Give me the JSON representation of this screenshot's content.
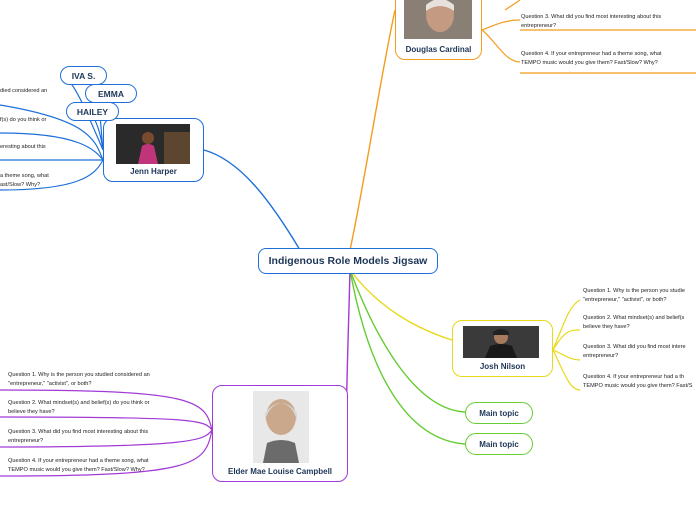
{
  "central": {
    "label": "Indigenous Role Models Jigsaw"
  },
  "colors": {
    "blue": "#1e6fd9",
    "orange": "#f39c1e",
    "yellow": "#e8d91a",
    "green": "#66cc33",
    "purple": "#a23ad6"
  },
  "jenn_harper": {
    "name": "Jenn Harper",
    "participants": [
      "IVA S.",
      "EMMA",
      "HAILEY"
    ],
    "questions": [
      [
        "died considered an",
        ""
      ],
      [
        "f(s) do you think or",
        ""
      ],
      [
        "eresting about this",
        ""
      ],
      [
        "a theme song, what",
        "ast/Slow? Why?"
      ]
    ]
  },
  "douglas_cardinal": {
    "name": "Douglas Cardinal",
    "questions": [
      [
        "Question 3. What did you find most interesting about this",
        "entrepreneur?"
      ],
      [
        "Question 4. If your entrepreneur had a theme song, what",
        "TEMPO music would you give them? Fast/Slow? Why?"
      ]
    ]
  },
  "josh_nilson": {
    "name": "Josh Nilson",
    "questions": [
      [
        "Question 1. Why is the person you studie",
        "\"entrepreneur,\" \"activist\", or both?"
      ],
      [
        "Question 2. What mindset(s) and belief(s",
        "believe they have?"
      ],
      [
        "Question 3. What did you find most intere",
        "entrepreneur?"
      ],
      [
        "Question 4. If your entrepreneur had a th",
        "TEMPO music would you give them? Fast/S"
      ]
    ]
  },
  "elder_mae": {
    "name": "Elder Mae Louise Campbell",
    "questions": [
      [
        "Question 1. Why is the person you studied considered an",
        "\"entrepreneur,\" \"activist\", or both?"
      ],
      [
        "Question 2. What mindset(s) and belief(s) do you think or",
        "believe they have?"
      ],
      [
        "Question 3. What did you find most interesting about this",
        "entrepreneur?"
      ],
      [
        "Question 4. If your entrepreneur had a theme song, what",
        "TEMPO music would you give them? Fast/Slow? Why?"
      ]
    ]
  },
  "main_topics": [
    "Main topic",
    "Main topic"
  ]
}
